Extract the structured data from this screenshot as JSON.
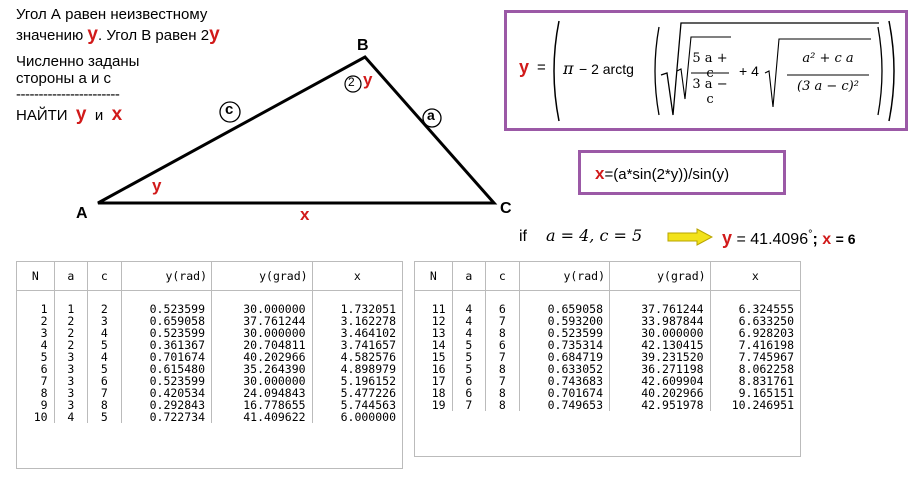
{
  "problem": {
    "line1_pre": "Угол  А  равен  неизвестному",
    "line2_pre": "значению",
    "line2_var": "y",
    "line2_mid": ".  Угол В равен  2",
    "line2_var2": "y",
    "line3": "Численно заданы",
    "line4": "стороны а  и  с",
    "divider": "-----------------------",
    "find_label": "НАЙТИ",
    "find_y": "y",
    "find_and": "и",
    "find_x": "x"
  },
  "triangle": {
    "vertex_a": "A",
    "vertex_b": "B",
    "vertex_c": "C",
    "side_c": "c",
    "side_a": "a",
    "side_x": "x",
    "angle_a": "y",
    "angle_b_num": "2",
    "angle_b_var": "y"
  },
  "formula_y": {
    "lhs": "y",
    "eq": "=",
    "pi": "π",
    "minus2": "− 2 arctg",
    "f1_num": "5 a + c",
    "f1_den": "3 a − c",
    "plus4": "+ 4",
    "f2_num": "a² + c a",
    "f2_den": "(3 a − c)²"
  },
  "formula_x": {
    "lhs": "x",
    "rhs": "=(a*sin(2*y))/sin(y)"
  },
  "example": {
    "if_label": "if",
    "cond": "a = 4, c = 5",
    "y_label": "y",
    "y_eq": "=",
    "y_value": "41.4096",
    "deg": "°",
    "sep": ";",
    "x_label": "x",
    "x_value": "= 6"
  },
  "colors": {
    "accent_red": "#d11a1a",
    "box_purple": "#9b59a6",
    "arrow_yellow": "#f2e21a"
  },
  "table1": {
    "headers": [
      "N",
      "a",
      "c",
      "y(rad)",
      "y(grad)",
      "x"
    ],
    "rows": [
      [
        "1",
        "1",
        "2",
        "0.523599",
        "30.000000",
        "1.732051"
      ],
      [
        "2",
        "2",
        "3",
        "0.659058",
        "37.761244",
        "3.162278"
      ],
      [
        "3",
        "2",
        "4",
        "0.523599",
        "30.000000",
        "3.464102"
      ],
      [
        "4",
        "2",
        "5",
        "0.361367",
        "20.704811",
        "3.741657"
      ],
      [
        "5",
        "3",
        "4",
        "0.701674",
        "40.202966",
        "4.582576"
      ],
      [
        "6",
        "3",
        "5",
        "0.615480",
        "35.264390",
        "4.898979"
      ],
      [
        "7",
        "3",
        "6",
        "0.523599",
        "30.000000",
        "5.196152"
      ],
      [
        "8",
        "3",
        "7",
        "0.420534",
        "24.094843",
        "5.477226"
      ],
      [
        "9",
        "3",
        "8",
        "0.292843",
        "16.778655",
        "5.744563"
      ],
      [
        "10",
        "4",
        "5",
        "0.722734",
        "41.409622",
        "6.000000"
      ]
    ]
  },
  "table2": {
    "headers": [
      "N",
      "a",
      "c",
      "y(rad)",
      "y(grad)",
      "x"
    ],
    "rows": [
      [
        "11",
        "4",
        "6",
        "0.659058",
        "37.761244",
        "6.324555"
      ],
      [
        "12",
        "4",
        "7",
        "0.593200",
        "33.987844",
        "6.633250"
      ],
      [
        "13",
        "4",
        "8",
        "0.523599",
        "30.000000",
        "6.928203"
      ],
      [
        "14",
        "5",
        "6",
        "0.735314",
        "42.130415",
        "7.416198"
      ],
      [
        "15",
        "5",
        "7",
        "0.684719",
        "39.231520",
        "7.745967"
      ],
      [
        "16",
        "5",
        "8",
        "0.633052",
        "36.271198",
        "8.062258"
      ],
      [
        "17",
        "6",
        "7",
        "0.743683",
        "42.609904",
        "8.831761"
      ],
      [
        "18",
        "6",
        "8",
        "0.701674",
        "40.202966",
        "9.165151"
      ],
      [
        "19",
        "7",
        "8",
        "0.749653",
        "42.951978",
        "10.246951"
      ]
    ]
  }
}
